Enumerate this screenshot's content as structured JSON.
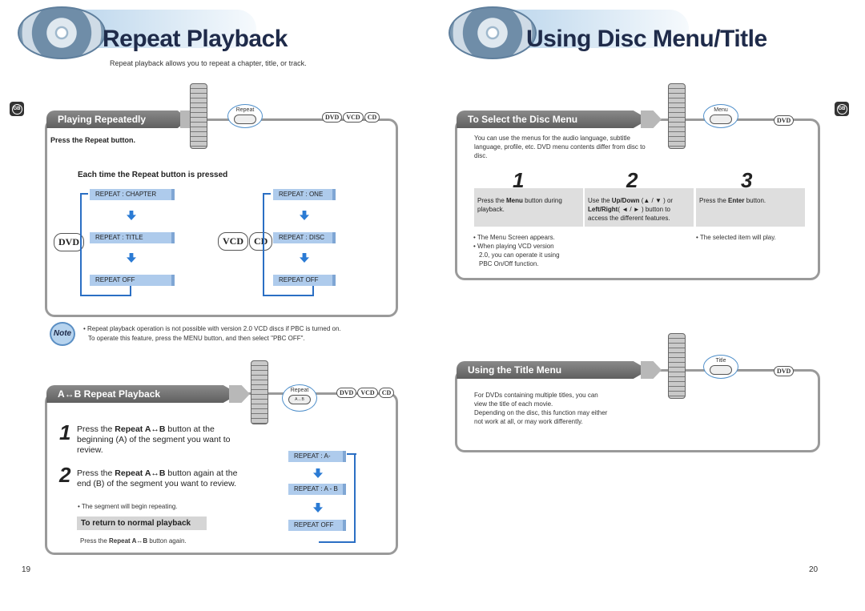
{
  "left": {
    "title": "Repeat Playback",
    "intro": "Repeat playback allows you to repeat a chapter, title, or track.",
    "gb": "GB",
    "playing": {
      "header": "Playing Repeatedly",
      "button_label": "Repeat",
      "disc_badges": [
        "DVD",
        "VCD",
        "CD"
      ],
      "press": "Press the Repeat button.",
      "each_time": "Each time the Repeat button is pressed",
      "dvd_label": "DVD",
      "vcd_label": "VCD",
      "cd_label": "CD",
      "dvd_sequence": [
        "REPEAT : CHAPTER",
        "REPEAT : TITLE",
        "REPEAT OFF"
      ],
      "vcd_sequence": [
        "REPEAT : ONE",
        "REPEAT : DISC",
        "REPEAT OFF"
      ]
    },
    "note": {
      "icon_label": "Note",
      "line1": "• Repeat playback operation is not possible with version 2.0 VCD discs if PBC is turned on.",
      "line2": "To operate this feature, press the MENU button, and then select \"PBC OFF\"."
    },
    "ab": {
      "header": "A↔B Repeat Playback",
      "button_label": "Repeat",
      "button_sub": "A↔B",
      "disc_badges": [
        "DVD",
        "VCD",
        "CD"
      ],
      "step1_num": "1",
      "step1_pre": "Press the ",
      "step1_bold": "Repeat A↔B",
      "step1_post": " button at the beginning (A) of the segment you want to review.",
      "step2_num": "2",
      "step2_pre": "Press the ",
      "step2_bold": "Repeat A↔B",
      "step2_post": " button again at the end (B) of the segment you want to review.",
      "step2_note": "• The segment will begin repeating.",
      "return_label": "To return to normal playback",
      "return_pre": "Press the ",
      "return_bold": "Repeat A↔B",
      "return_post": " button again.",
      "sequence": [
        "REPEAT : A-",
        "REPEAT : A - B",
        "REPEAT OFF"
      ]
    },
    "page_number": "19"
  },
  "right": {
    "title": "Using Disc Menu/Title",
    "gb": "GB",
    "disc_menu": {
      "header": "To Select the Disc Menu",
      "button_label": "Menu",
      "disc_badge": "DVD",
      "intro": "You can use the menus for the audio language, subtitle language, profile, etc. DVD menu contents differ from disc to disc.",
      "steps": [
        {
          "num": "1",
          "pre": "Press the ",
          "bold": "Menu",
          "post": " button during playback."
        },
        {
          "num": "2",
          "pre": "Use the ",
          "bold": "Up/Down",
          "mid": " (▲ / ▼ ) or ",
          "bold2": "Left/Right",
          "post": "( ◄ / ► ) button to access the different features."
        },
        {
          "num": "3",
          "pre": "Press the ",
          "bold": "Enter",
          "post": " button."
        }
      ],
      "result1": [
        "• The Menu Screen appears.",
        "• When playing VCD version",
        "2.0, you can operate it using",
        "PBC On/Off function."
      ],
      "result3": "• The selected item will play."
    },
    "title_menu": {
      "header": "Using the Title Menu",
      "button_label": "Title",
      "disc_badge": "DVD",
      "text": [
        "For DVDs containing multiple titles, you can",
        "view the title of each movie.",
        "Depending on the disc, this function may either",
        "not work at all, or may work differently."
      ]
    },
    "page_number": "20"
  }
}
